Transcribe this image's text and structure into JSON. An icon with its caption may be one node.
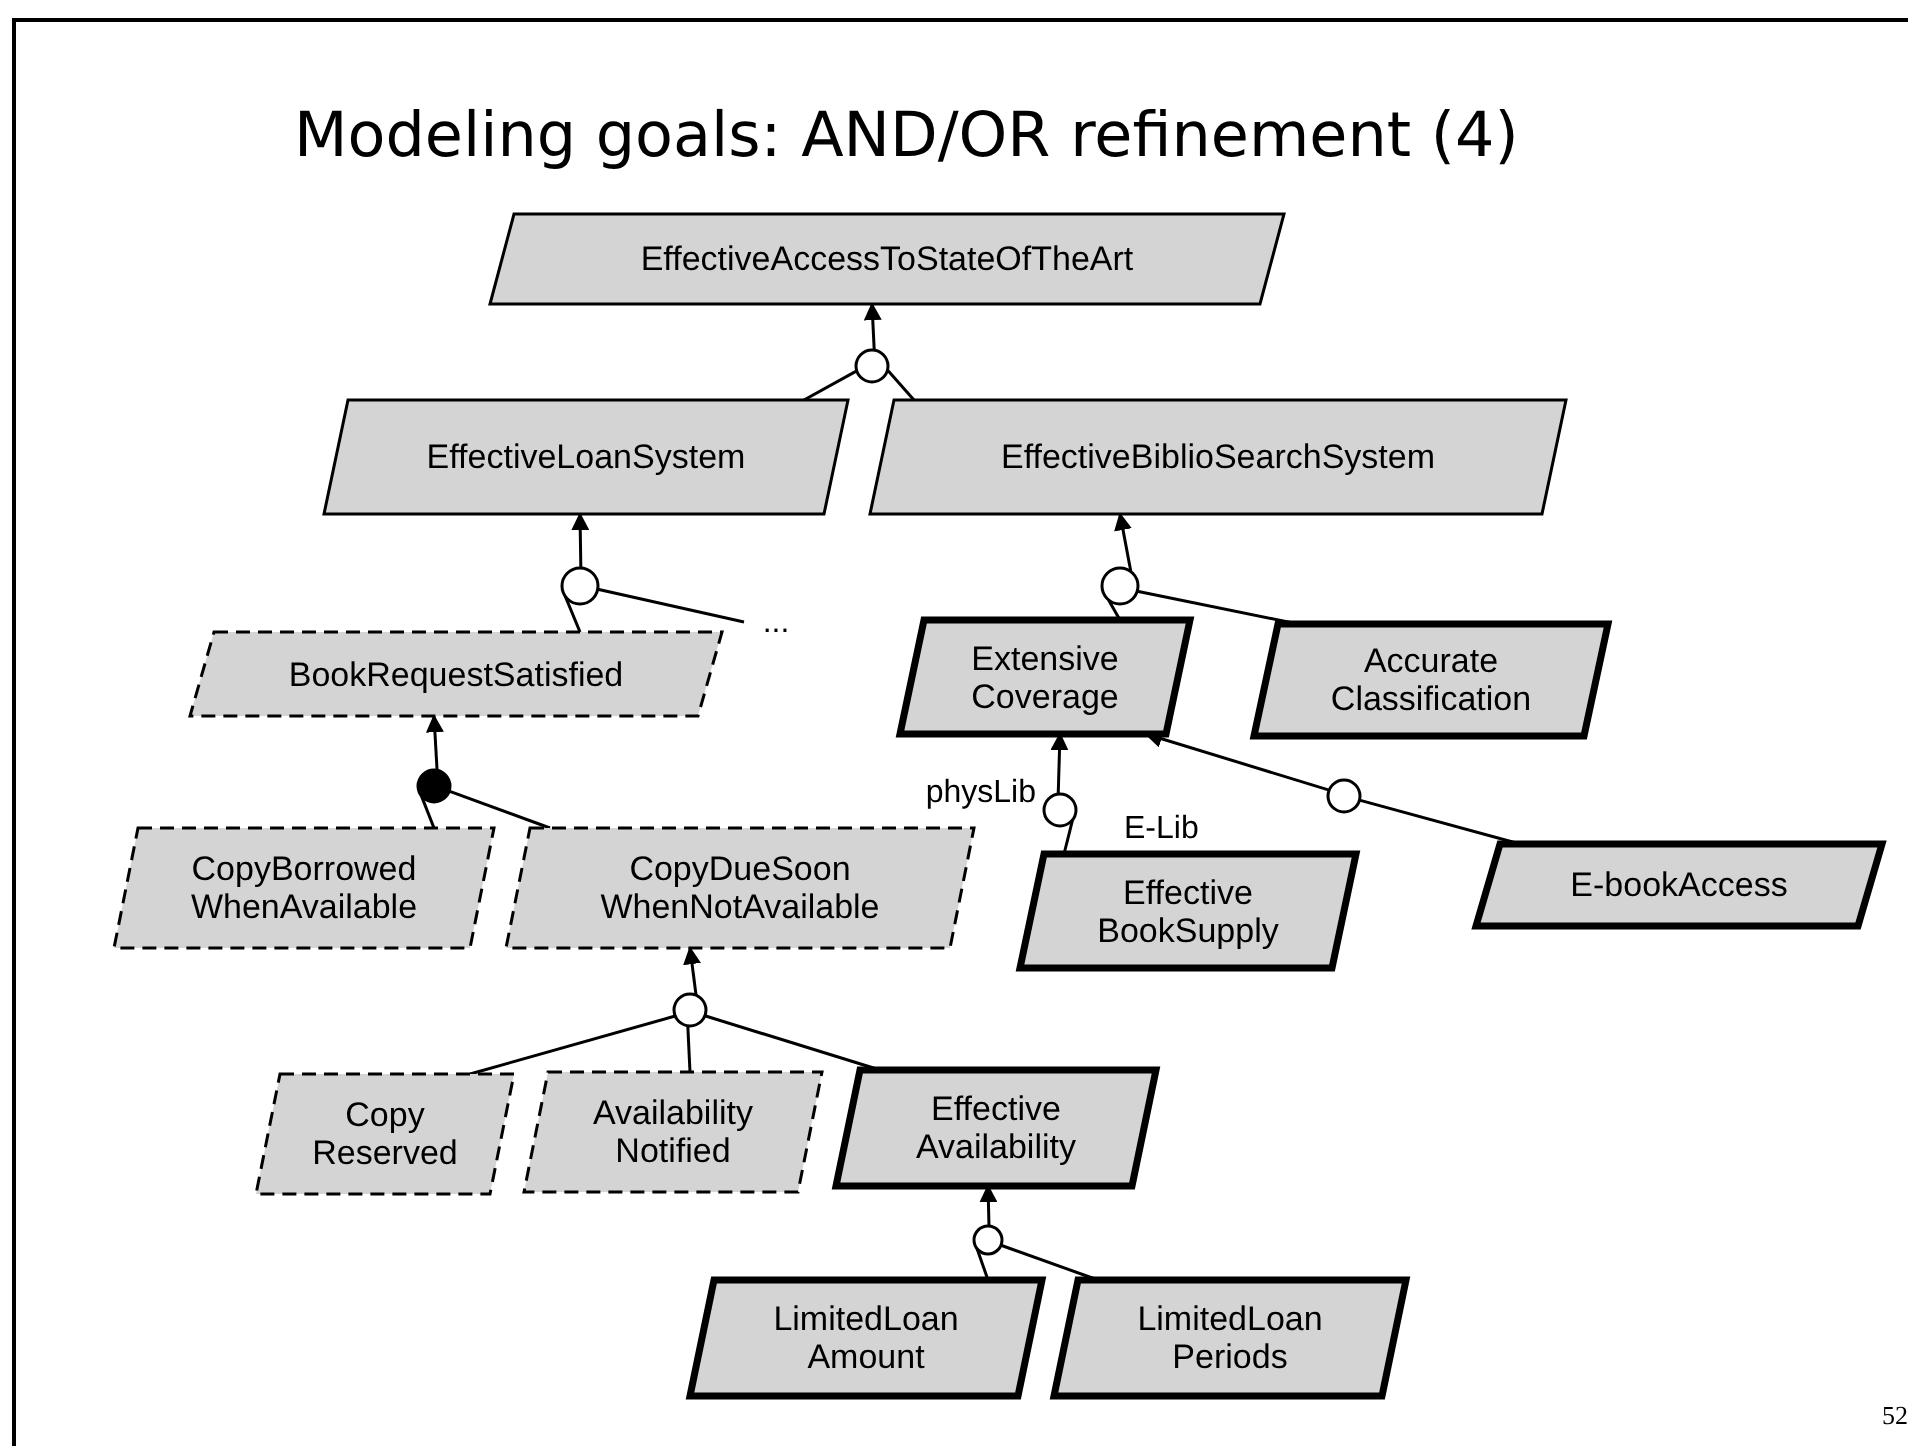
{
  "diagram": {
    "title": "Modeling goals: AND/OR refinement (4)",
    "nodes": [
      {
        "text": [
          "EffectiveAccessToStateOfTheArt"
        ]
      },
      {
        "text": [],
        "shape": "circle"
      },
      {
        "text": [
          "EffectiveLoanSystem"
        ]
      },
      {
        "text": [
          "EffectiveBiblioSearchSystem"
        ]
      },
      {
        "text": [],
        "shape": "circle"
      },
      {
        "text": [
          "BookRequestSatisfied"
        ]
      },
      {
        "text": [
          "..."
        ]
      },
      {
        "text": [],
        "shape": "circle"
      },
      {
        "text": [
          "Extensive Coverage"
        ]
      },
      {
        "text": [
          "Accurate Classification"
        ]
      },
      {
        "text": [],
        "shape": "dot"
      },
      {
        "text": [
          "CopyBorrowed WhenAvailable"
        ]
      },
      {
        "text": [
          "CopyDueSoon WhenNotAvailable"
        ]
      },
      {
        "text": [],
        "shape": "circle",
        "beside": [
          "physLib"
        ]
      },
      {
        "text": [],
        "shape": "circle"
      },
      {
        "text": [
          "Effective BookSupply"
        ]
      },
      {
        "text": [
          "E-bookAccess"
        ]
      },
      {
        "text": [],
        "shape": "circle"
      },
      {
        "text": [
          "Copy Reserved"
        ]
      },
      {
        "text": [
          "Availability Notified"
        ]
      },
      {
        "text": [
          "Effective Availability"
        ]
      },
      {
        "text": [],
        "shape": "circle"
      },
      {
        "text": [
          "LimitedLoan Amount"
        ]
      },
      {
        "text": [
          "LimitedLoan Periods"
        ]
      }
    ],
    "edges": [
      {
        "from": 1,
        "to": 0,
        "arrow": "to"
      },
      {
        "from": 2,
        "to": 1,
        "arrow": "none"
      },
      {
        "from": 3,
        "to": 1,
        "arrow": "none"
      },
      {
        "from": 4,
        "to": 2,
        "arrow": "to"
      },
      {
        "from": 5,
        "to": 4,
        "arrow": "none"
      },
      {
        "from": 6,
        "to": 4,
        "arrow": "none"
      },
      {
        "from": 7,
        "to": 3,
        "arrow": "to"
      },
      {
        "from": 8,
        "to": 7,
        "arrow": "none"
      },
      {
        "from": 9,
        "to": 7,
        "arrow": "none"
      },
      {
        "from": 10,
        "to": 5,
        "arrow": "to"
      },
      {
        "from": 11,
        "to": 10,
        "arrow": "none"
      },
      {
        "from": 12,
        "to": 10,
        "arrow": "none"
      },
      {
        "from": 13,
        "to": 8,
        "arrow": "to"
      },
      {
        "from": 15,
        "to": 13,
        "arrow": "none"
      },
      {
        "from": 14,
        "to": 8,
        "arrow": "to"
      },
      {
        "from": 16,
        "to": 14,
        "arrow": "none"
      },
      {
        "from": 17,
        "to": 12,
        "arrow": "to"
      },
      {
        "from": 18,
        "to": 17,
        "arrow": "none"
      },
      {
        "from": 19,
        "to": 17,
        "arrow": "none"
      },
      {
        "from": 20,
        "to": 17,
        "arrow": "none"
      },
      {
        "from": 21,
        "to": 20,
        "arrow": "to"
      },
      {
        "from": 22,
        "to": 21,
        "arrow": "none"
      },
      {
        "from": 23,
        "to": 21,
        "arrow": "none"
      }
    ],
    "labels": [
      "E-Lib",
      "52"
    ]
  }
}
